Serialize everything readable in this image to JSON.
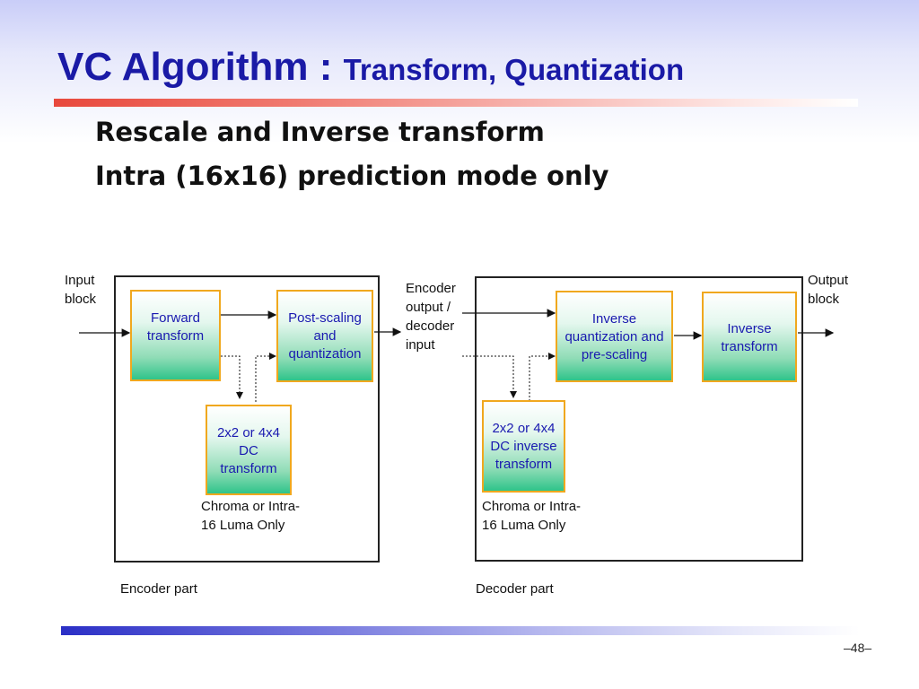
{
  "slide": {
    "title_main": "VC Algorithm : ",
    "title_sub": "Transform, Quantization",
    "bullets": [
      "Rescale and Inverse transform",
      "Intra (16x16) prediction mode only"
    ],
    "page_number": "–48–"
  },
  "diagram": {
    "input_label": "Input\nblock",
    "output_label": "Output\nblock",
    "mid_label": "Encoder\noutput /\ndecoder\ninput",
    "encoder_part_label": "Encoder part",
    "decoder_part_label": "Decoder part",
    "encoder_note": "Chroma or Intra-\n16 Luma Only",
    "decoder_note": "Chroma or Intra-\n16 Luma Only",
    "boxes": {
      "forward_transform": "Forward\ntransform",
      "post_scaling": "Post-scaling\nand\nquantization",
      "dc_transform": "2x2 or 4x4\nDC\ntransform",
      "inverse_quant": "Inverse\nquantization and\npre-scaling",
      "inverse_transform": "Inverse\ntransform",
      "dc_inverse": "2x2 or 4x4\nDC inverse\ntransform"
    },
    "colors": {
      "box_border": "#f0a81e",
      "box_text": "#1a1ab0",
      "box_fill_bottom": "#2fc48a"
    }
  }
}
